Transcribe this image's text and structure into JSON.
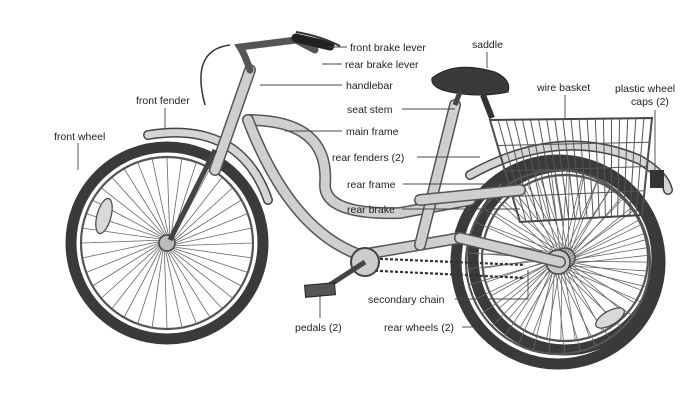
{
  "labels": {
    "front_brake_lever": "front brake lever",
    "rear_brake_lever": "rear brake lever",
    "saddle": "saddle",
    "handlebar": "handlebar",
    "front_fender": "front fender",
    "wire_basket": "wire basket",
    "plastic_wheel_caps_line1": "plastic wheel",
    "plastic_wheel_caps_line2": "caps (2)",
    "seat_stem": "seat stem",
    "front_wheel": "front wheel",
    "main_frame": "main frame",
    "rear_fenders": "rear fenders (2)",
    "rear_frame": "rear frame",
    "rear_brake": "rear brake",
    "secondary_chain": "secondary chain",
    "pedals": "pedals (2)",
    "rear_wheels": "rear wheels (2)"
  }
}
